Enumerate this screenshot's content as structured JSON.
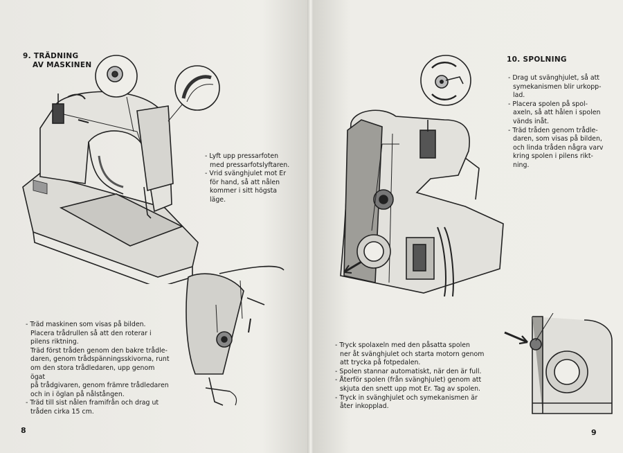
{
  "left_page": {
    "heading_num": "9. TRÄDNING",
    "heading_sub": "AV MASKINEN",
    "side_note": [
      "- Lyft upp pressarfoten",
      "med pressarfotslyftaren.",
      "- Vrid svänghjulet mot Er",
      "för hand, så att nålen",
      "kommer i sitt högsta",
      "läge."
    ],
    "instructions": [
      "- Träd maskinen som visas på bilden.",
      "Placera trådrullen så att den roterar i",
      "pilens riktning.",
      "Träd först tråden genom den bakre trådle-",
      "daren, genom trådspänningsskivorna, runt",
      "om den stora trådledaren, upp genom ögat",
      "på trådgivaren, genom främre trådledaren",
      "och in i öglan på nålstången.",
      "- Träd till sist nålen framifrån och drag ut",
      "tråden cirka 15 cm."
    ],
    "page_number": "8"
  },
  "right_page": {
    "heading": "10. SPOLNING",
    "side_note": [
      "- Drag ut svänghjulet, så att",
      "symekanismen blir urkopp-",
      "lad.",
      "- Placera spolen på spol-",
      "axeln, så att hålen i spolen",
      "vänds inåt.",
      "- Träd tråden genom trådle-",
      "daren, som visas på bilden,",
      "och linda tråden några varv",
      "kring spolen i pilens rikt-",
      "ning."
    ],
    "instructions": [
      "- Tryck spolaxeln med den påsatta spolen",
      "ner åt svänghjulet och starta motorn genom",
      "att trycka på fotpedalen.",
      "- Spolen stannar automatiskt, när den är full.",
      "- Återför spolen (från svänghjulet) genom att",
      "skjuta den snett upp mot Er. Tag av spolen.",
      "- Tryck in svänghjulet och symekanismen är",
      "åter inkopplad."
    ],
    "page_number": "9"
  }
}
